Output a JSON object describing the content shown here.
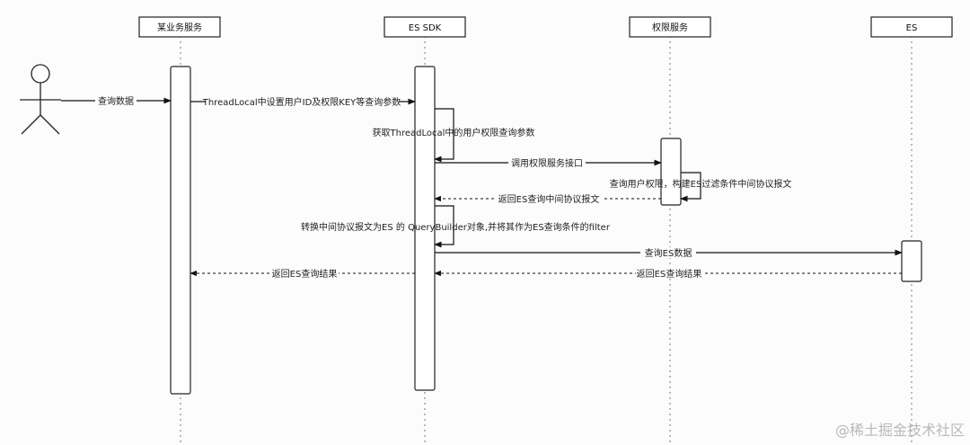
{
  "participants": [
    {
      "id": "biz",
      "name": "某业务服务"
    },
    {
      "id": "sdk",
      "name": "ES SDK"
    },
    {
      "id": "auth",
      "name": "权限服务"
    },
    {
      "id": "es",
      "name": "ES"
    }
  ],
  "messages": [
    {
      "id": "m1",
      "text": "查询数据",
      "style": "solid"
    },
    {
      "id": "m2",
      "text": "ThreadLocal中设置用户ID及权限KEY等查询参数",
      "style": "solid"
    },
    {
      "id": "m3",
      "text": "获取ThreadLocal中的用户权限查询参数",
      "style": "self"
    },
    {
      "id": "m4",
      "text": "调用权限服务接口",
      "style": "solid"
    },
    {
      "id": "m5",
      "text": "查询用户权限，构建ES过滤条件中间协议报文",
      "style": "self"
    },
    {
      "id": "m6",
      "text": "返回ES查询中间协议报文",
      "style": "dashed"
    },
    {
      "id": "m7",
      "text": "转换中间协议报文为ES 的 QueryBuilder对象,并将其作为ES查询条件的filter",
      "style": "self"
    },
    {
      "id": "m8",
      "text": "查询ES数据",
      "style": "solid"
    },
    {
      "id": "m9",
      "text": "返回ES查询结果",
      "style": "dashed"
    },
    {
      "id": "m10",
      "text": "返回ES查询结果",
      "style": "dashed"
    }
  ],
  "watermark": "@稀土掘金技术社区"
}
